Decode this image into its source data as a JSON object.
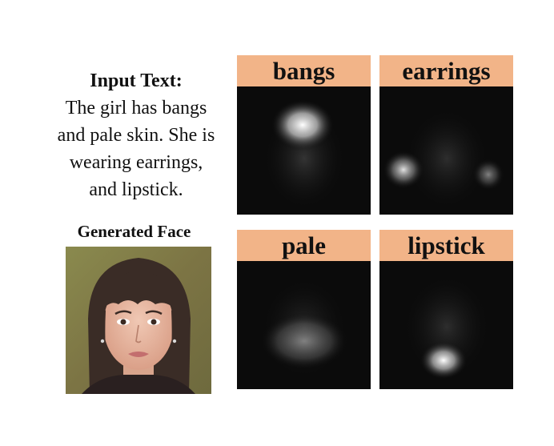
{
  "input": {
    "title": "Input Text:",
    "lines": [
      "The girl has bangs",
      "and pale skin. She is",
      "wearing earrings,",
      "and lipstick."
    ]
  },
  "generated": {
    "title": "Generated Face"
  },
  "panels": [
    {
      "label": "bangs"
    },
    {
      "label": "earrings"
    },
    {
      "label": "pale"
    },
    {
      "label": "lipstick"
    }
  ],
  "colors": {
    "label_bg": "#f2b488",
    "map_bg": "#0b0b0b"
  }
}
